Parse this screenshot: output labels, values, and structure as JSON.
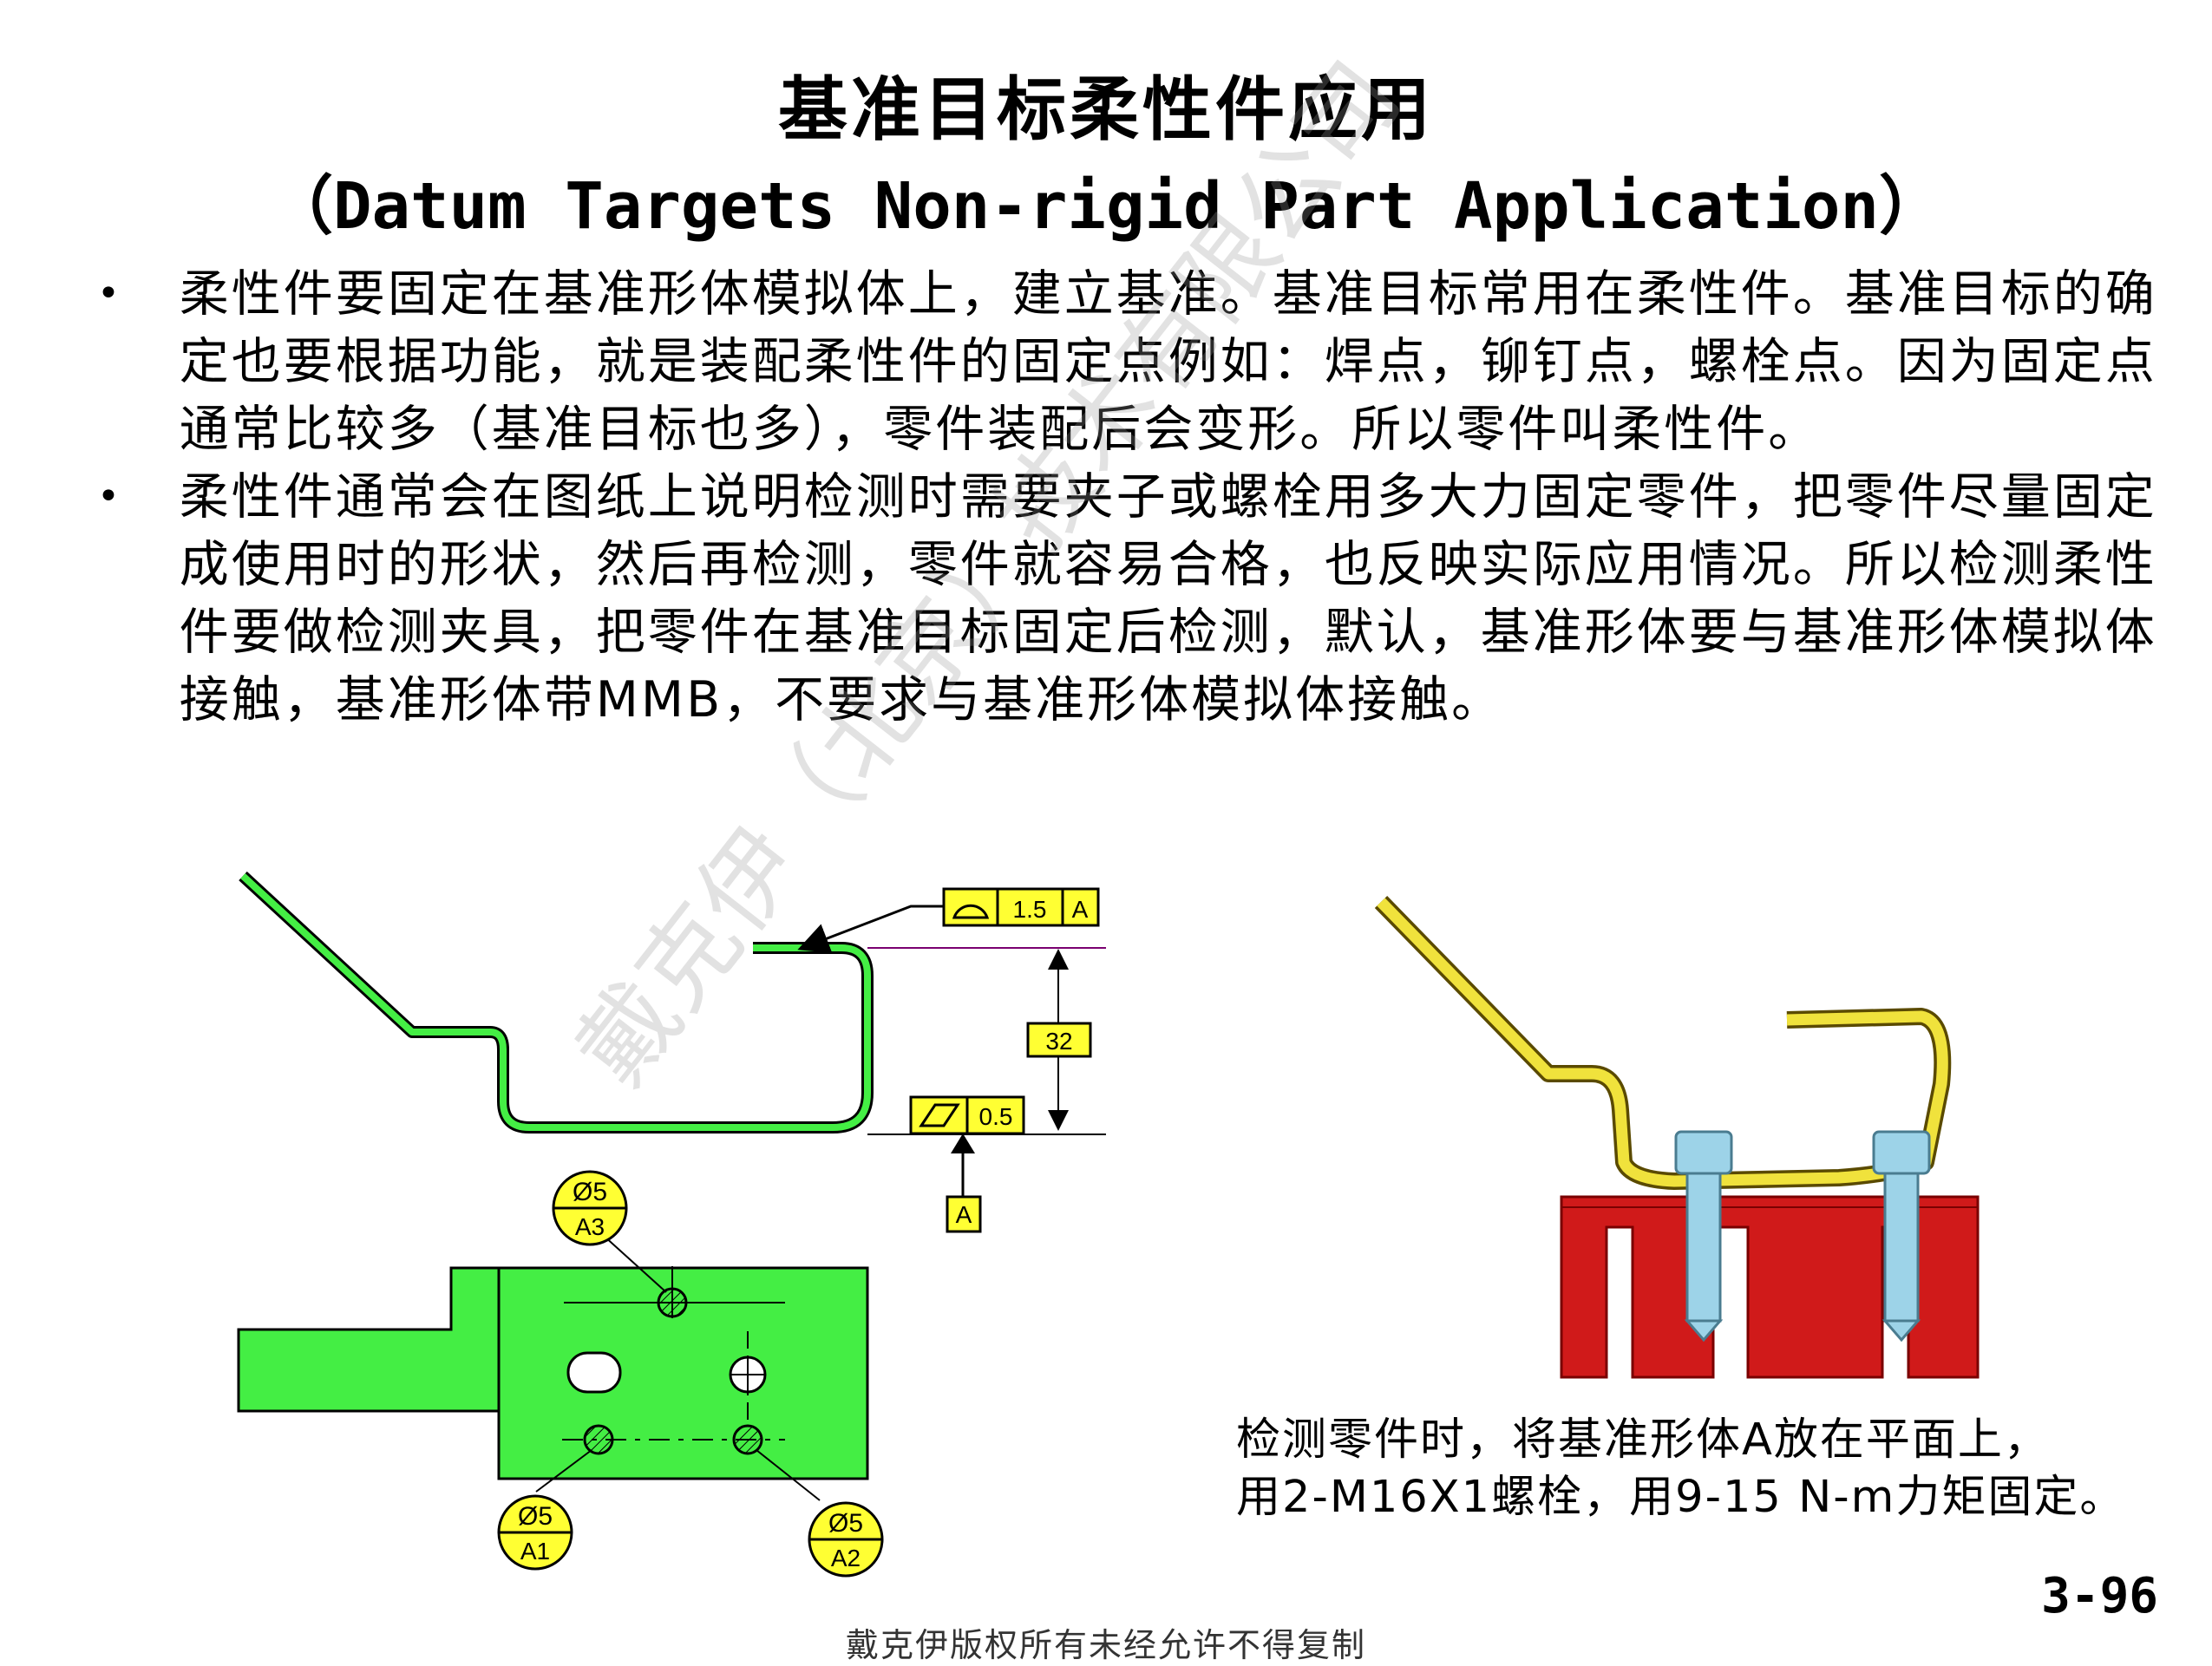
{
  "title_cn": "基准目标柔性件应用",
  "title_en": "（Datum Targets Non-rigid Part Application）",
  "bullets": [
    "柔性件要固定在基准形体模拟体上，建立基准。基准目标常用在柔性件。基准目标的确定也要根据功能，就是装配柔性件的固定点例如：焊点，铆钉点，螺栓点。因为固定点通常比较多（基准目标也多），零件装配后会变形。所以零件叫柔性件。",
    "柔性件通常会在图纸上说明检测时需要夹子或螺栓用多大力固定零件，把零件尽量固定成使用时的形状，然后再检测，零件就容易合格，也反映实际应用情况。所以检测柔性件要做检测夹具，把零件在基准目标固定后检测，默认，基准形体要与基准形体模拟体接触，基准形体带MMB，不要求与基准形体模拟体接触。"
  ],
  "drawing": {
    "fcf_top": {
      "tolerance": "1.5",
      "datum": "A"
    },
    "fcf_flat": {
      "tolerance": "0.5"
    },
    "dim": "32",
    "datum_feature": "A",
    "targets": [
      {
        "size": "Ø5",
        "name": "A3"
      },
      {
        "size": "Ø5",
        "name": "A1"
      },
      {
        "size": "Ø5",
        "name": "A2"
      }
    ]
  },
  "note": [
    "检测零件时，将基准形体A放在平面上，",
    "用2-M16X1螺栓，用9-15 N-m力矩固定。"
  ],
  "page_number": "3-96",
  "footer": "戴克伊版权所有未经允许不得复制",
  "watermark": "戴克伊（北京）技术有限公司",
  "colors": {
    "part_green": "#44ee44",
    "fcf_yellow": "#ffff33",
    "part_yellow": "#f0e23c",
    "fixture_red": "#d01a1a",
    "bolt_blue": "#9dd3e8"
  }
}
